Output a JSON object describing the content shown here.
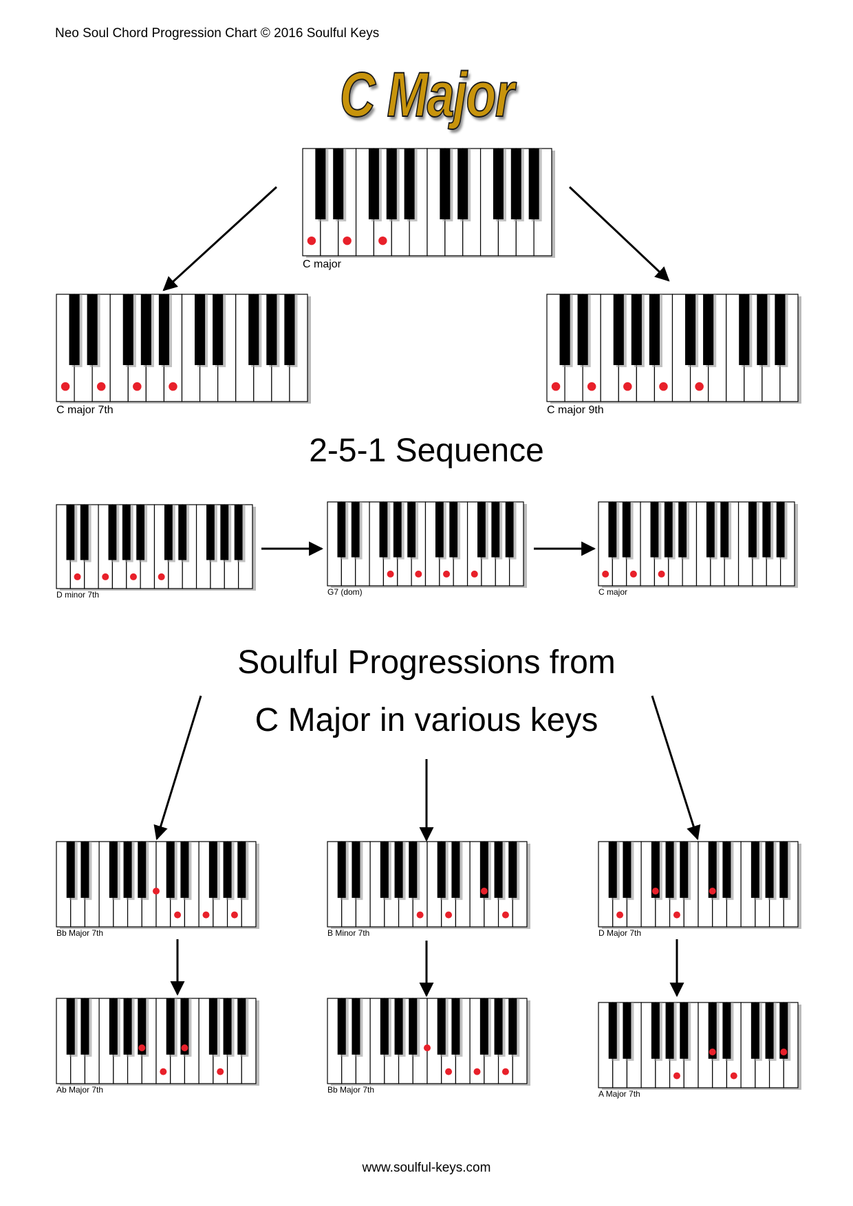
{
  "header": "Neo Soul Chord Progression Chart © 2016 Soulful Keys",
  "title": "C Major",
  "section_251": "2-5-1 Sequence",
  "section_soulful_line1": "Soulful Progressions from",
  "section_soulful_line2": "C Major in various keys",
  "footer": "www.soulful-keys.com",
  "colors": {
    "dot": "#e8202a",
    "title_gold": "#c8940c"
  },
  "keyboards": [
    {
      "id": "c-major",
      "label": "C major",
      "white_dots": [
        0,
        2,
        4
      ],
      "black_dots": []
    },
    {
      "id": "c-major-7th",
      "label": "C major 7th",
      "white_dots": [
        0,
        2,
        4,
        6
      ],
      "black_dots": []
    },
    {
      "id": "c-major-9th",
      "label": "C major 9th",
      "white_dots": [
        0,
        2,
        4,
        6,
        8
      ],
      "black_dots": []
    },
    {
      "id": "d-minor-7th",
      "label": "D minor 7th",
      "white_dots": [
        1,
        3,
        5,
        7
      ],
      "black_dots": []
    },
    {
      "id": "g7-dom",
      "label": "G7 (dom)",
      "white_dots": [
        4,
        6,
        8,
        10
      ],
      "black_dots": []
    },
    {
      "id": "c-major-251",
      "label": "C major",
      "white_dots": [
        0,
        2,
        4
      ],
      "black_dots": []
    },
    {
      "id": "bb-major-7th-a",
      "label": "Bb Major 7th",
      "white_dots": [
        8,
        10,
        12
      ],
      "black_dots": [
        6
      ]
    },
    {
      "id": "b-minor-7th",
      "label": "B Minor 7th",
      "white_dots": [
        6,
        8,
        12
      ],
      "black_dots": [
        10
      ]
    },
    {
      "id": "d-major-7th",
      "label": "D Major 7th",
      "white_dots": [
        1,
        5
      ],
      "black_dots": [
        3,
        7
      ]
    },
    {
      "id": "ab-major-7th",
      "label": "Ab Major 7th",
      "white_dots": [
        7,
        11
      ],
      "black_dots": [
        5,
        8
      ]
    },
    {
      "id": "bb-major-7th-b",
      "label": "Bb Major 7th",
      "white_dots": [
        8,
        10,
        12
      ],
      "black_dots": [
        6
      ]
    },
    {
      "id": "a-major-7th",
      "label": "A Major 7th",
      "white_dots": [
        5,
        9
      ],
      "black_dots": [
        7,
        12
      ]
    }
  ]
}
